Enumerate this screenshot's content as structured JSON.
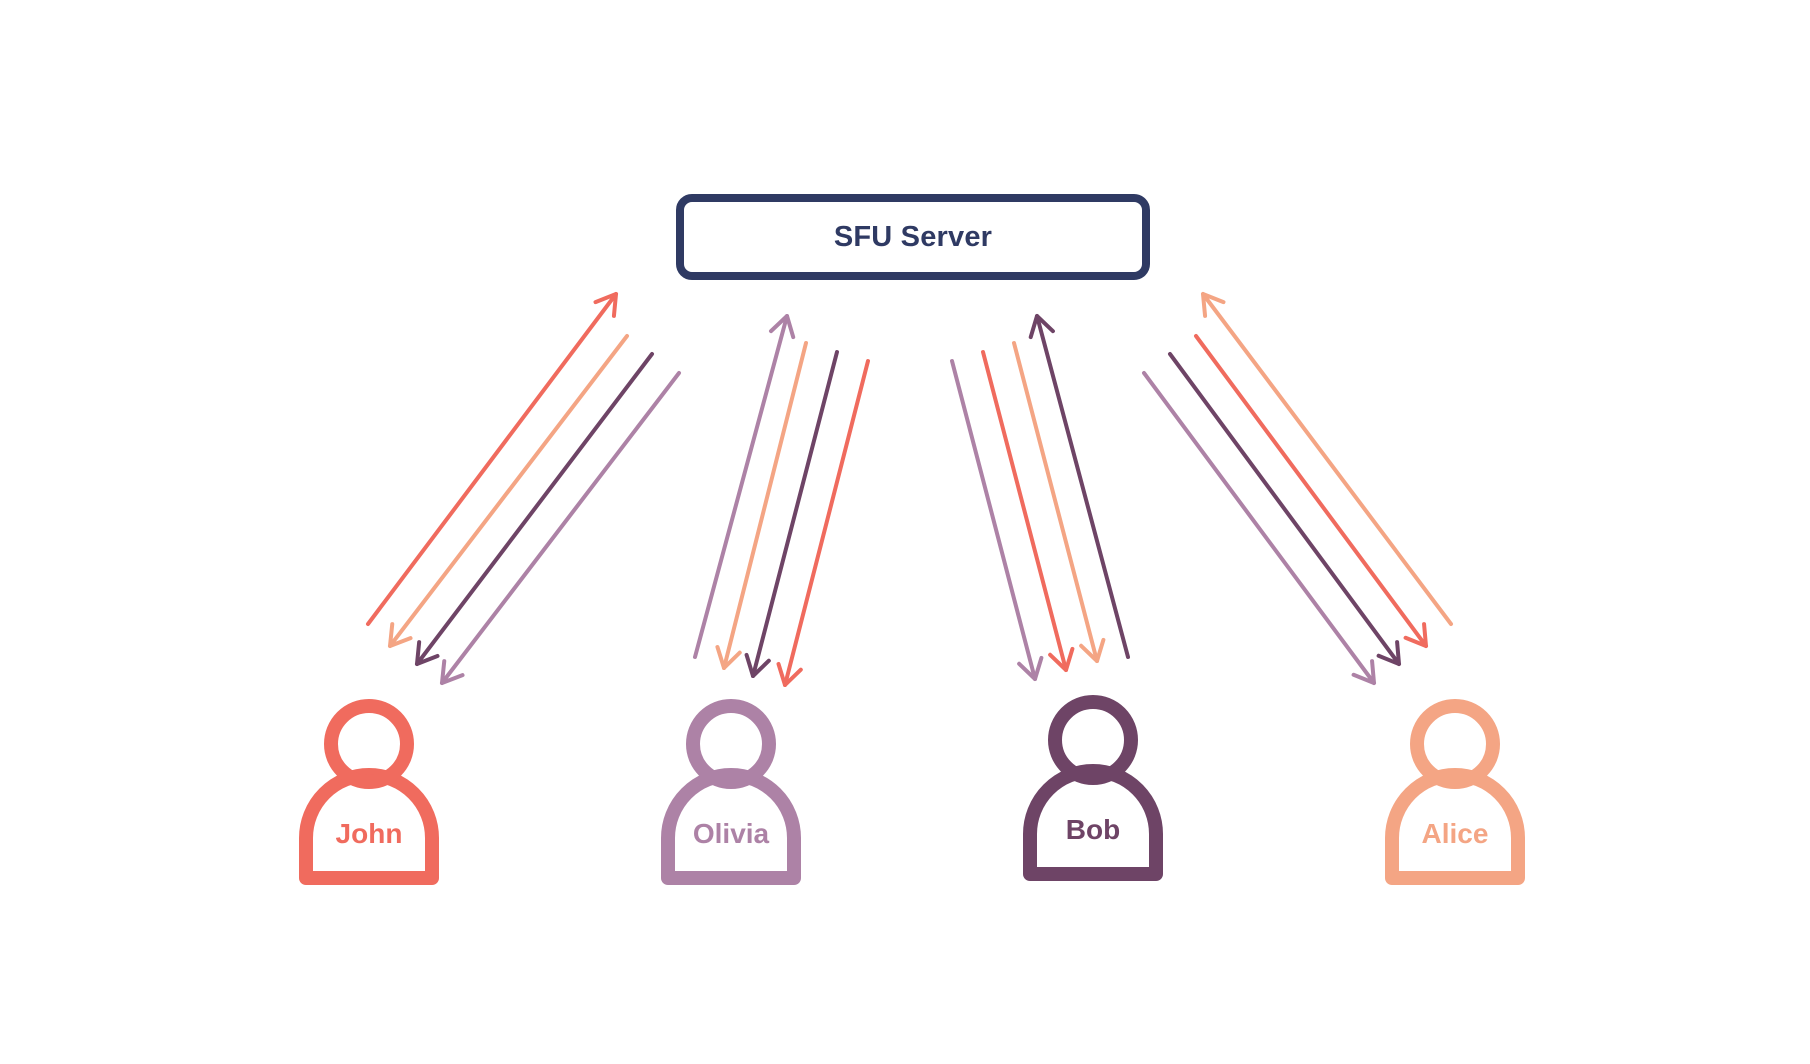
{
  "server": {
    "label": "SFU Server",
    "color": "#2f3a63"
  },
  "colors": {
    "john": "#f06b5e",
    "olivia": "#ad82a6",
    "bob": "#6e4466",
    "alice": "#f4a584"
  },
  "users": [
    {
      "id": "john",
      "name": "John",
      "color": "#f06b5e"
    },
    {
      "id": "olivia",
      "name": "Olivia",
      "color": "#ad82a6"
    },
    {
      "id": "bob",
      "name": "Bob",
      "color": "#6e4466"
    },
    {
      "id": "alice",
      "name": "Alice",
      "color": "#f4a584"
    }
  ],
  "streams": [
    {
      "user": "john",
      "source": "john",
      "direction": "up"
    },
    {
      "user": "john",
      "source": "alice",
      "direction": "down"
    },
    {
      "user": "john",
      "source": "bob",
      "direction": "down"
    },
    {
      "user": "john",
      "source": "olivia",
      "direction": "down"
    },
    {
      "user": "olivia",
      "source": "olivia",
      "direction": "up"
    },
    {
      "user": "olivia",
      "source": "alice",
      "direction": "down"
    },
    {
      "user": "olivia",
      "source": "bob",
      "direction": "down"
    },
    {
      "user": "olivia",
      "source": "john",
      "direction": "down"
    },
    {
      "user": "bob",
      "source": "olivia",
      "direction": "down"
    },
    {
      "user": "bob",
      "source": "john",
      "direction": "down"
    },
    {
      "user": "bob",
      "source": "alice",
      "direction": "down"
    },
    {
      "user": "bob",
      "source": "bob",
      "direction": "up"
    },
    {
      "user": "alice",
      "source": "olivia",
      "direction": "down"
    },
    {
      "user": "alice",
      "source": "bob",
      "direction": "down"
    },
    {
      "user": "alice",
      "source": "john",
      "direction": "down"
    },
    {
      "user": "alice",
      "source": "alice",
      "direction": "up"
    }
  ]
}
